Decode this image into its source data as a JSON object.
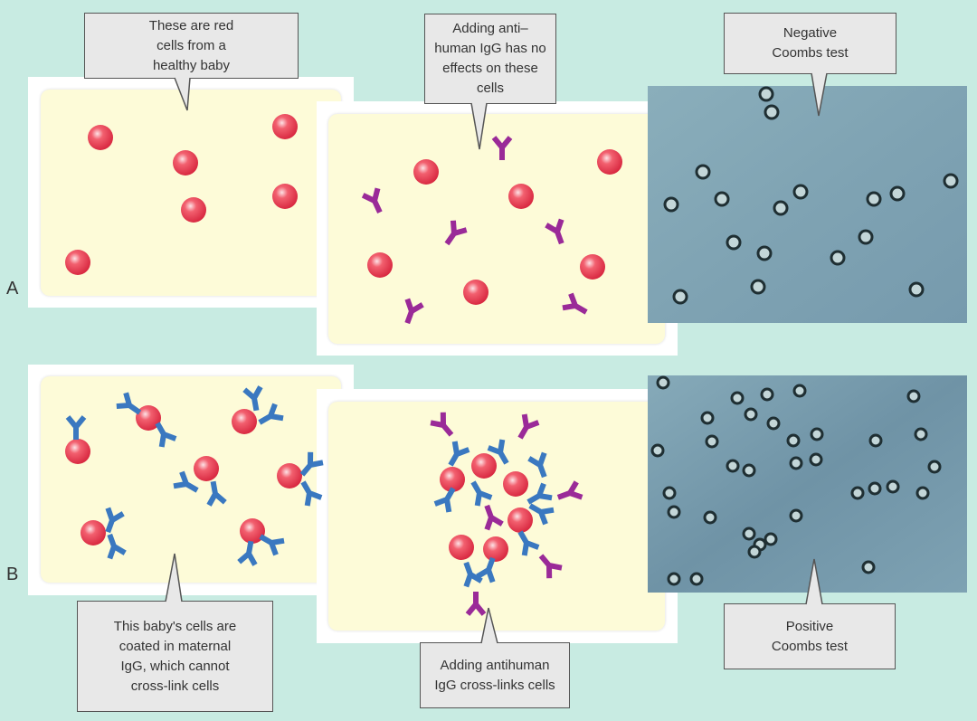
{
  "rows": {
    "a_label": "A",
    "b_label": "B"
  },
  "callouts": {
    "a_healthy": "These are red cells from a healthy baby",
    "a_anti_human": "Adding anti–human IgG has no effects on these cells",
    "a_negative": "Negative Coombs test",
    "b_coated": "This baby's cells are coated in maternal IgG, which cannot cross-link cells",
    "b_crosslink": "Adding antihuman IgG cross-links cells",
    "b_positive": "Positive Coombs test"
  },
  "colors": {
    "background": "#c8ebe2",
    "panel": "#fdfbd8",
    "red_cell": "#e8384f",
    "maternal_igg": "#3a78c0",
    "antihuman_igg": "#9a2a98",
    "micrograph": "#7fa3b3"
  }
}
